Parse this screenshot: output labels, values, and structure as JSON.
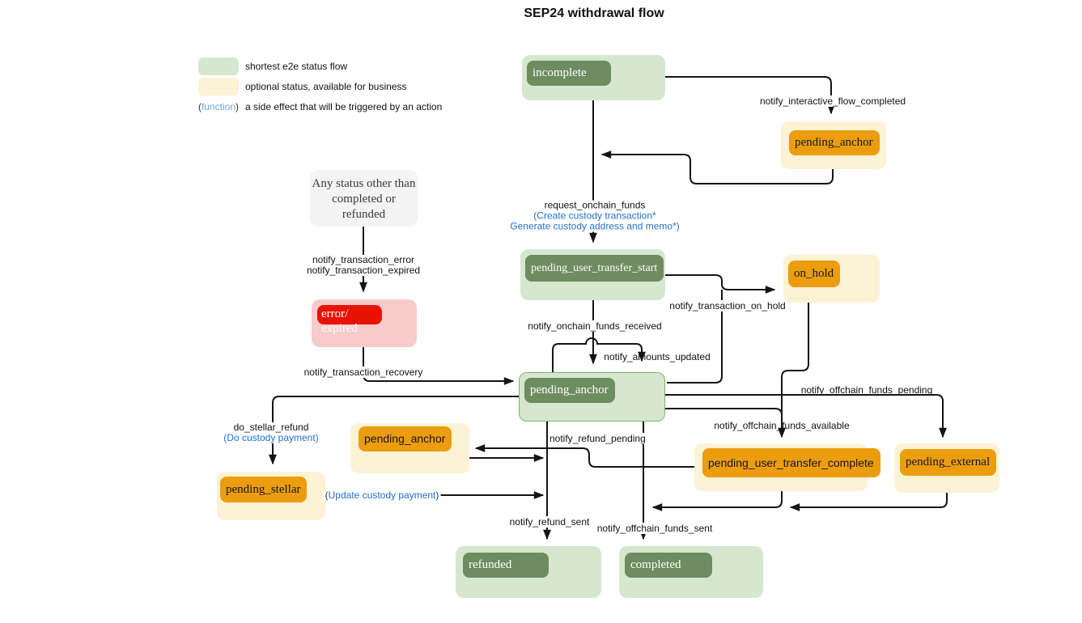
{
  "title": "SEP24 withdrawal flow",
  "legend": {
    "shortest": "shortest e2e status flow",
    "optional": "optional status, available for business",
    "func_open": "(",
    "func_word": "function",
    "func_close": ")",
    "func_desc": "a side effect that will be triggered by an action"
  },
  "nodes": {
    "incomplete": {
      "label": "incomplete",
      "kind": "shortest-flow"
    },
    "pending_anchor_top": {
      "label": "pending_anchor",
      "kind": "optional"
    },
    "pending_user_transfer_start": {
      "label": "pending_user_transfer_start",
      "kind": "shortest-flow"
    },
    "on_hold": {
      "label": "on_hold",
      "kind": "optional"
    },
    "any_status": {
      "label": "Any status other than completed or refunded"
    },
    "error_expired": {
      "line1": "error/",
      "line2": "expired"
    },
    "pending_anchor_center": {
      "label": "pending_anchor",
      "kind": "shortest-flow"
    },
    "pending_anchor_refund": {
      "label": "pending_anchor",
      "kind": "optional"
    },
    "pending_stellar": {
      "label": "pending_stellar",
      "kind": "optional"
    },
    "pending_user_transfer_complete": {
      "label": "pending_user_transfer_complete",
      "kind": "optional"
    },
    "pending_external": {
      "label": "pending_external",
      "kind": "optional"
    },
    "refunded": {
      "label": "refunded",
      "kind": "shortest-flow"
    },
    "completed": {
      "label": "completed",
      "kind": "shortest-flow"
    }
  },
  "edge_labels": {
    "notify_interactive_flow_completed": "notify_interactive_flow_completed",
    "request_onchain_funds": "request_onchain_funds",
    "create_custody": "(Create custody transaction*",
    "generate_custody": "Generate custody address and memo*)",
    "notify_transaction_error": "notify_transaction_error",
    "notify_transaction_expired": "notify_transaction_expired",
    "notify_transaction_on_hold": "notify_transaction_on_hold",
    "notify_onchain_funds_received": "notify_onchain_funds_received",
    "notify_amounts_updated": "notify_amounts_updated",
    "notify_transaction_recovery": "notify_transaction_recovery",
    "notify_offchain_funds_pending": "notify_offchain_funds_pending",
    "notify_offchain_funds_available": "notify_offchain_funds_available",
    "do_stellar_refund": "do_stellar_refund",
    "do_custody_payment": "(Do custody payment)",
    "notify_refund_pending": "notify_refund_pending",
    "update_custody_open": "(",
    "update_custody_payment": "Update custody payment",
    "update_custody_close": ")",
    "notify_refund_sent": "notify_refund_sent",
    "notify_offchain_funds_sent": "notify_offchain_funds_sent"
  },
  "colors": {
    "status_green_light": "#d6e7d0",
    "status_green_dark": "#6d8c5f",
    "status_green_border": "#82b366",
    "status_yellow_light": "#fcf2d4",
    "status_orange": "#ec9d0d",
    "status_pink": "#f6cbc9",
    "status_red": "#e81200",
    "neutral_gray": "#f4f4f4",
    "function_blue": "#2172ce",
    "legend_function_blue": "#6fa8dc",
    "edge_line": "#141414"
  }
}
